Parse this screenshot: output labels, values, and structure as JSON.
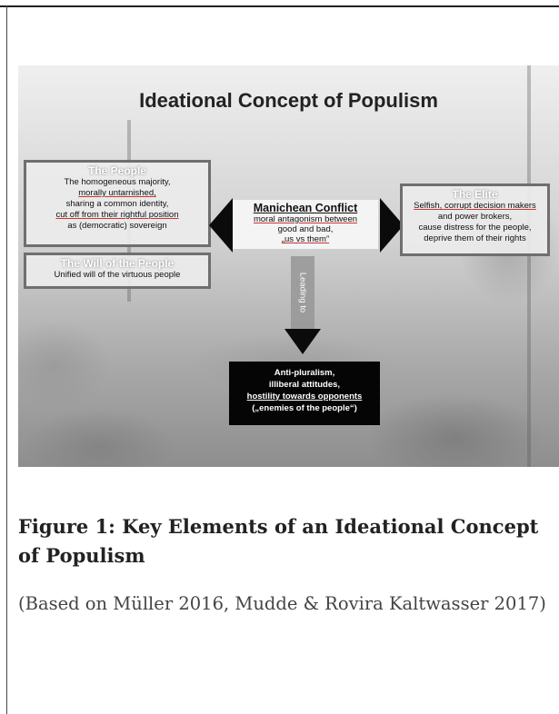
{
  "figure": {
    "title": "Ideational Concept of Populism",
    "people": {
      "header": "The People",
      "lines": [
        "The homogeneous majority,",
        "morally untarnished,",
        "sharing a common identity,",
        "cut off from their rightful position",
        "as (democratic) sovereign"
      ]
    },
    "will": {
      "header": "The Will of the People",
      "line": "Unified will of the virtuous people"
    },
    "manichean": {
      "header": "Manichean Conflict",
      "lines": [
        "moral antagonism between",
        "good and bad,",
        "„us vs them”"
      ]
    },
    "elite": {
      "header": "The Elite",
      "lines": [
        "Selfish, corrupt decision makers",
        "and power brokers,",
        "cause distress for the people,",
        "deprive them of their rights"
      ]
    },
    "connector": "Leading to",
    "outcome": {
      "lines": [
        "Anti-pluralism,",
        "illiberal attitudes,",
        "hostility towards opponents",
        "(„enemies of the people“)"
      ]
    }
  },
  "caption": {
    "title": "Figure 1: Key Elements of an Ideational Concept of Populism",
    "source": "(Based on Müller 2016, Mudde & Rovira Kaltwasser 2017)"
  }
}
